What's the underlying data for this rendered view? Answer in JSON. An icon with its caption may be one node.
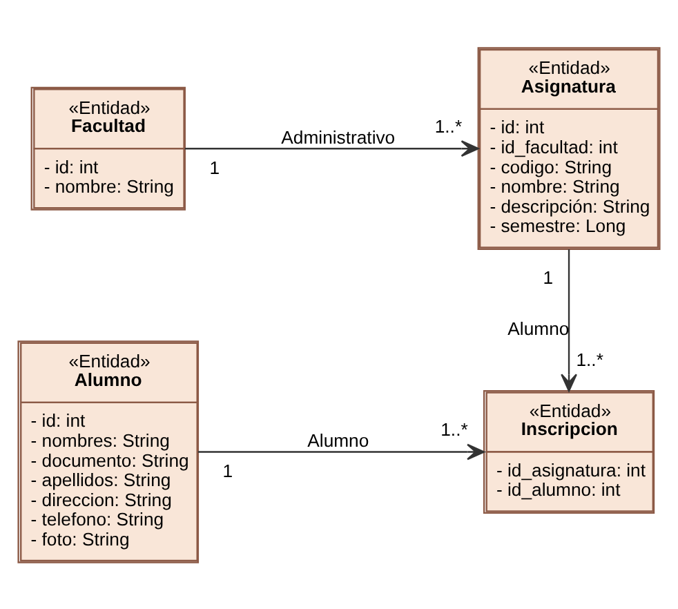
{
  "diagram": {
    "nodes": [
      {
        "text": [
          "«Entidad»",
          "Alumno",
          "- id: int",
          "- nombres: String",
          "- documento: String",
          "- apellidos: String",
          "- direccion: String",
          "- telefono: String",
          "- foto: String"
        ]
      },
      {
        "text": [
          "«Entidad»",
          "Inscripcion",
          "- id_asignatura: int",
          "- id_alumno: int"
        ]
      },
      {
        "text": [
          "«Entidad»",
          "Facultad",
          "- id: int",
          "- nombre: String"
        ]
      },
      {
        "text": [
          "«Entidad»",
          "Asignatura",
          "- id: int",
          "- id_facultad: int",
          "- codigo: String",
          "- nombre: String",
          "- descripción: String",
          "- semestre: Long"
        ]
      }
    ],
    "edges": [
      {
        "from": 0,
        "to": 1,
        "arrow": "to",
        "label": "Alumno"
      },
      {
        "from": 3,
        "to": 1,
        "arrow": "to",
        "label": "Alumno"
      },
      {
        "from": 2,
        "to": 3,
        "arrow": "to",
        "label": "Administrativo"
      }
    ],
    "labels": [
      "1",
      "1..*",
      "1..*",
      "1",
      "1",
      "1..*"
    ]
  }
}
